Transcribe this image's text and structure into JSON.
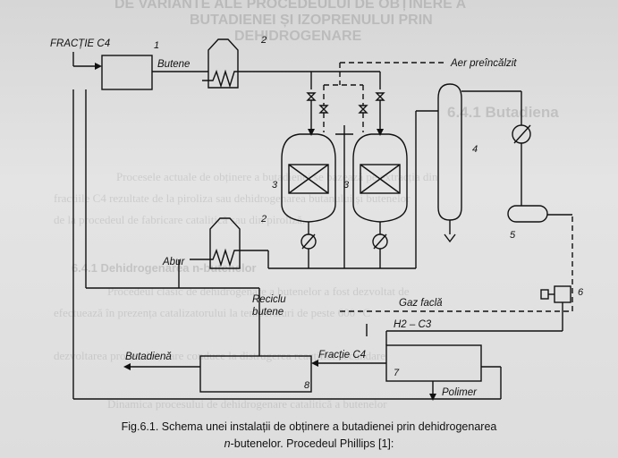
{
  "diagram": {
    "labels": {
      "fractie_c4_top": "FRACȚIE C4",
      "butene": "Butene",
      "aer_preincalzit": "Aer preîncălzit",
      "abur": "Abur",
      "reciclu": "Reciclu",
      "reciclu_butene": "butene",
      "gaz_facla": "Gaz faclă",
      "h2_c3": "H2 – C3",
      "butadiena": "Butadienă",
      "fractie_c4_bottom": "Fracție C4",
      "polimer": "Polimer"
    },
    "numbers": [
      "1",
      "2",
      "2",
      "3",
      "3",
      "4",
      "5",
      "6",
      "7",
      "8"
    ]
  },
  "caption": {
    "line1": "Fig.6.1. Schema unei instalații de obținere a butadienei prin dehidrogenarea",
    "line2_italic": "n",
    "line2_rest": "-butenelor. Procedeul Phillips [1]:"
  },
  "bleed": {
    "top_line1": "DE VARIANTE ALE PROCEDEULUI DE OBȚINERE A",
    "top_line2": "BUTADIENEI ȘI IZOPRENULUI PRIN",
    "top_line3": "DEHIDROGENARE",
    "section": "6.4.1 Butadiena",
    "para1": "Procesele actuale de obținere a butadienei se bazează pe extracția din",
    "para2": "fracțiile C4 rezultate de la piroliza sau dehidrogenarea butanului și butenelor",
    "para3": "de la procedeul de fabricare catalitică sau din piroliză.",
    "sub": "6.4.1 Dehidrogenarea n-butenelor",
    "para4": "Procedeul clasic de dehidrogenare a butenelor a fost dezvoltat de",
    "para5": "efectuează în prezența catalizatorului la temperaturi de peste 600 °C",
    "para6": "dezvoltarea procesului, care conduce la distrugerea reacțiilor secundare",
    "para7": "Dinamica procesului de dehidrogenare catalitică a butenelor"
  }
}
